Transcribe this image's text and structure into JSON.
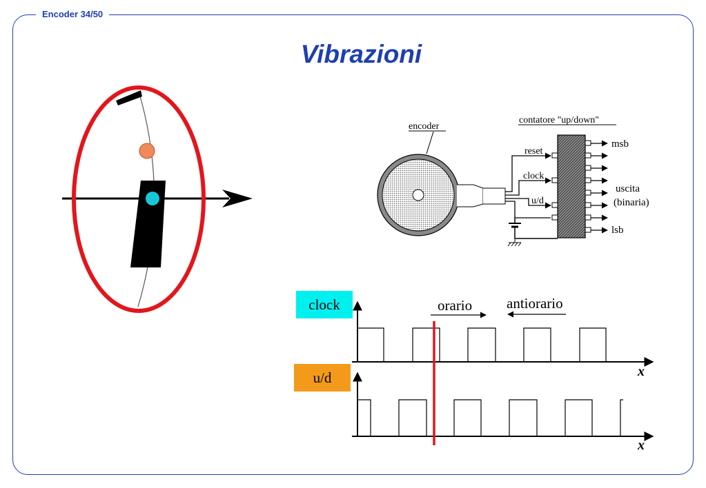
{
  "header": {
    "label": "Encoder 34/50"
  },
  "page": {
    "title": "Vibrazioni"
  },
  "colors": {
    "accent": "#1f3fb0",
    "ellipse": "#e2161c",
    "cursor": "#e2161c",
    "clock_box": "#00f0f0",
    "ud_box": "#f39a1a",
    "ball_top": "#f08a5d",
    "ball_center": "#17c9d8"
  },
  "icons": {
    "motion_arrow": "arrow-right-icon",
    "ground": "ground-icon",
    "battery": "battery-icon"
  },
  "encoder_diagram": {
    "encoder_label": "encoder",
    "counter_label": "contatore \"up/down\"",
    "inputs": [
      "reset",
      "clock",
      "u/d"
    ],
    "msb_label": "msb",
    "output_label": "uscita",
    "output_sublabel": "(binaria)",
    "lsb_label": "lsb"
  },
  "timing": {
    "clock_label": "clock",
    "ud_label": "u/d",
    "clockwise_label": "orario",
    "counterclockwise_label": "antiorario",
    "x_axis_label": "x"
  }
}
